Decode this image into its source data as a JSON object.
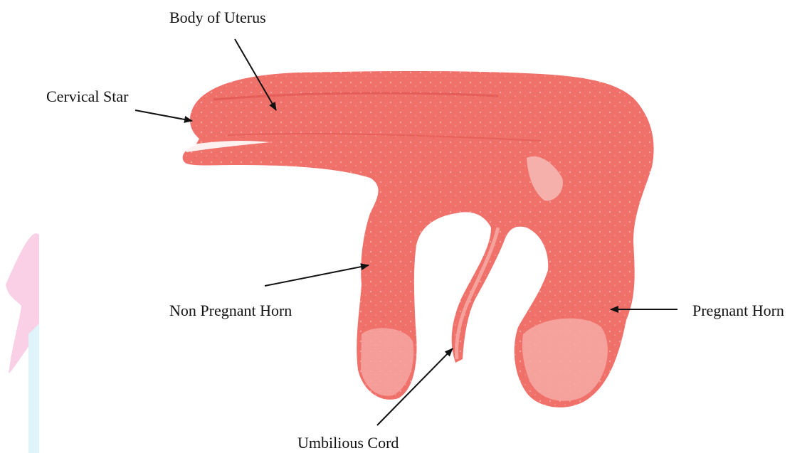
{
  "labels": {
    "body_of_uterus": "Body of Uterus",
    "cervical_star": "Cervical Star",
    "non_pregnant_horn": "Non Pregnant Horn",
    "pregnant_horn": "Pregnant Horn",
    "umbilical_cord": "Umbilious Cord"
  },
  "colors": {
    "tissue": "#f0706a",
    "tissue_dark": "#e65550",
    "tissue_light": "#f6a9a4",
    "arrow": "#111111",
    "watermark_pink": "#f9d0e6",
    "watermark_cyan": "#dff3fa"
  }
}
